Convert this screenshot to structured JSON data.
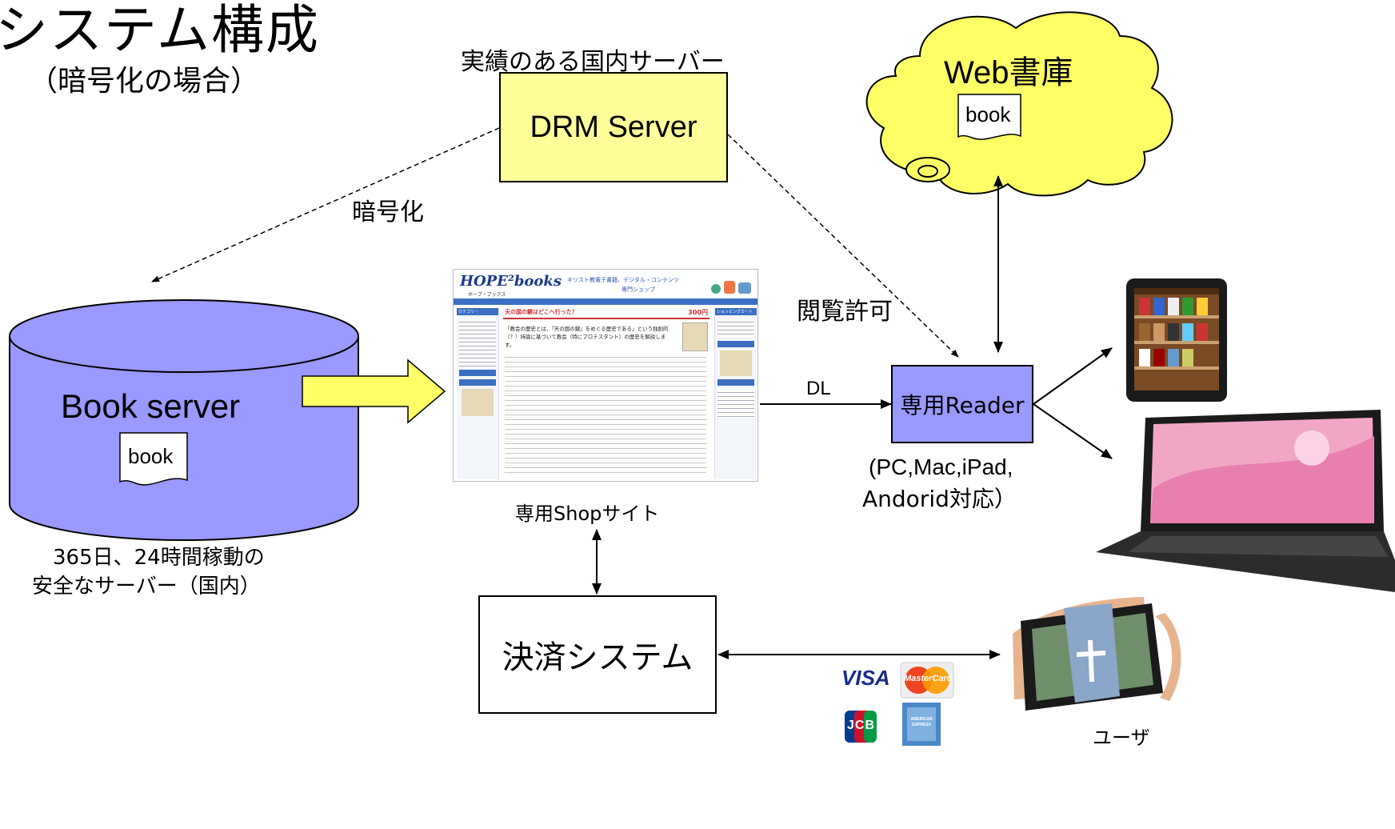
{
  "title": "システム構成",
  "subtitle": "（暗号化の場合）",
  "drm": {
    "caption": "実績のある国内サーバー",
    "label": "DRM Server"
  },
  "webshelf": {
    "label": "Web書庫",
    "doc": "book"
  },
  "bookserver": {
    "label": "Book server",
    "doc": "book",
    "note_line1": "365日、24時間稼動の",
    "note_line2": "安全なサーバー（国内）"
  },
  "shop": {
    "caption": "専用Shopサイト",
    "logo_text": "HOPE²books",
    "logo_sub": "ホープ・ブックス",
    "tagline_1": "キリスト教電子書籍、デジタル・コンテンツ",
    "tagline_2": "専門ショップ",
    "headline": "天の国の鍵はどこへ行った？",
    "price": "300円",
    "lead_1": "「教会の歴史とは、『天の国の鍵』をめぐる歴史である」という独創的",
    "lead_2": "（？）持論に基づいて教会（特にプロテスタント）の歴史を解説しま",
    "lead_3": "す。",
    "sidebar_head": "カテゴリー",
    "right_head": "ショッピングカート"
  },
  "reader": {
    "label": "専用Reader",
    "note_line1": "(PC,Mac,iPad,",
    "note_line2": "Andorid対応）"
  },
  "payment": {
    "label": "決済システム"
  },
  "cards": {
    "visa": "VISA",
    "master": "MasterCard",
    "jcb": "JCB",
    "amex": "AMERICAN EXPRESS"
  },
  "labels": {
    "encrypt": "暗号化",
    "permission": "閲覧許可",
    "dl": "DL",
    "user": "ユーザ"
  },
  "colors": {
    "drm_fill": "#ffff99",
    "reader_fill": "#9999ff",
    "cylinder_fill": "#9999ff",
    "cloud_fill": "#ffff66",
    "arrow_fill": "#ffff66"
  }
}
